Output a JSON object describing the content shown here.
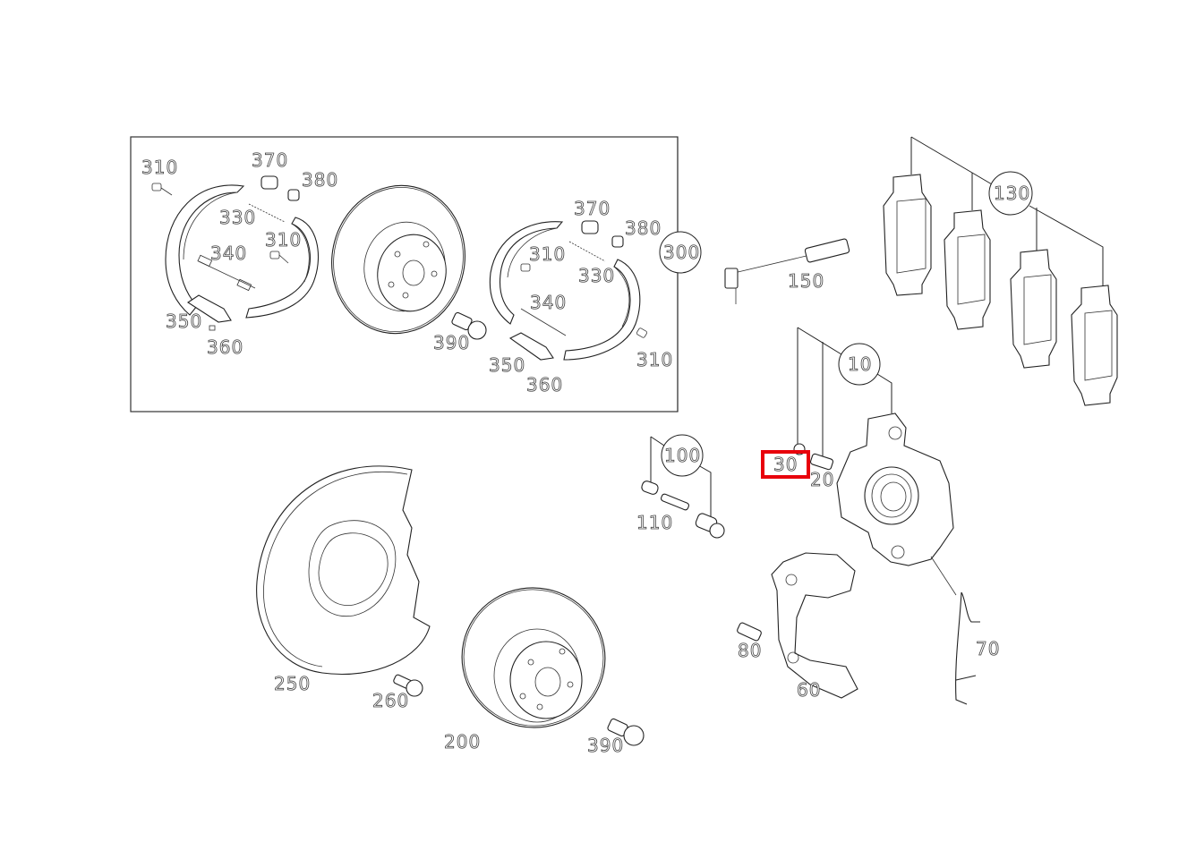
{
  "diagram": {
    "type": "exploded-parts-diagram",
    "subject": "rear brake assembly",
    "highlight": {
      "label": "30",
      "color": "#e8000b"
    },
    "group_box_label": "300",
    "callouts": [
      {
        "id": "c310a",
        "label": "310"
      },
      {
        "id": "c370a",
        "label": "370"
      },
      {
        "id": "c380a",
        "label": "380"
      },
      {
        "id": "c330a",
        "label": "330"
      },
      {
        "id": "c310b",
        "label": "310"
      },
      {
        "id": "c340a",
        "label": "340"
      },
      {
        "id": "c350a",
        "label": "350"
      },
      {
        "id": "c360a",
        "label": "360"
      },
      {
        "id": "c370b",
        "label": "370"
      },
      {
        "id": "c380b",
        "label": "380"
      },
      {
        "id": "c310c",
        "label": "310"
      },
      {
        "id": "c330b",
        "label": "330"
      },
      {
        "id": "c340b",
        "label": "340"
      },
      {
        "id": "c390a",
        "label": "390"
      },
      {
        "id": "c350b",
        "label": "350"
      },
      {
        "id": "c360b",
        "label": "360"
      },
      {
        "id": "c310d",
        "label": "310"
      },
      {
        "id": "c300",
        "label": "300"
      },
      {
        "id": "c150",
        "label": "150"
      },
      {
        "id": "c130",
        "label": "130"
      },
      {
        "id": "c10",
        "label": "10"
      },
      {
        "id": "c100",
        "label": "100"
      },
      {
        "id": "c110",
        "label": "110"
      },
      {
        "id": "c30",
        "label": "30"
      },
      {
        "id": "c20",
        "label": "20"
      },
      {
        "id": "c80",
        "label": "80"
      },
      {
        "id": "c60",
        "label": "60"
      },
      {
        "id": "c70",
        "label": "70"
      },
      {
        "id": "c250",
        "label": "250"
      },
      {
        "id": "c260",
        "label": "260"
      },
      {
        "id": "c200",
        "label": "200"
      },
      {
        "id": "c390b",
        "label": "390"
      }
    ]
  }
}
